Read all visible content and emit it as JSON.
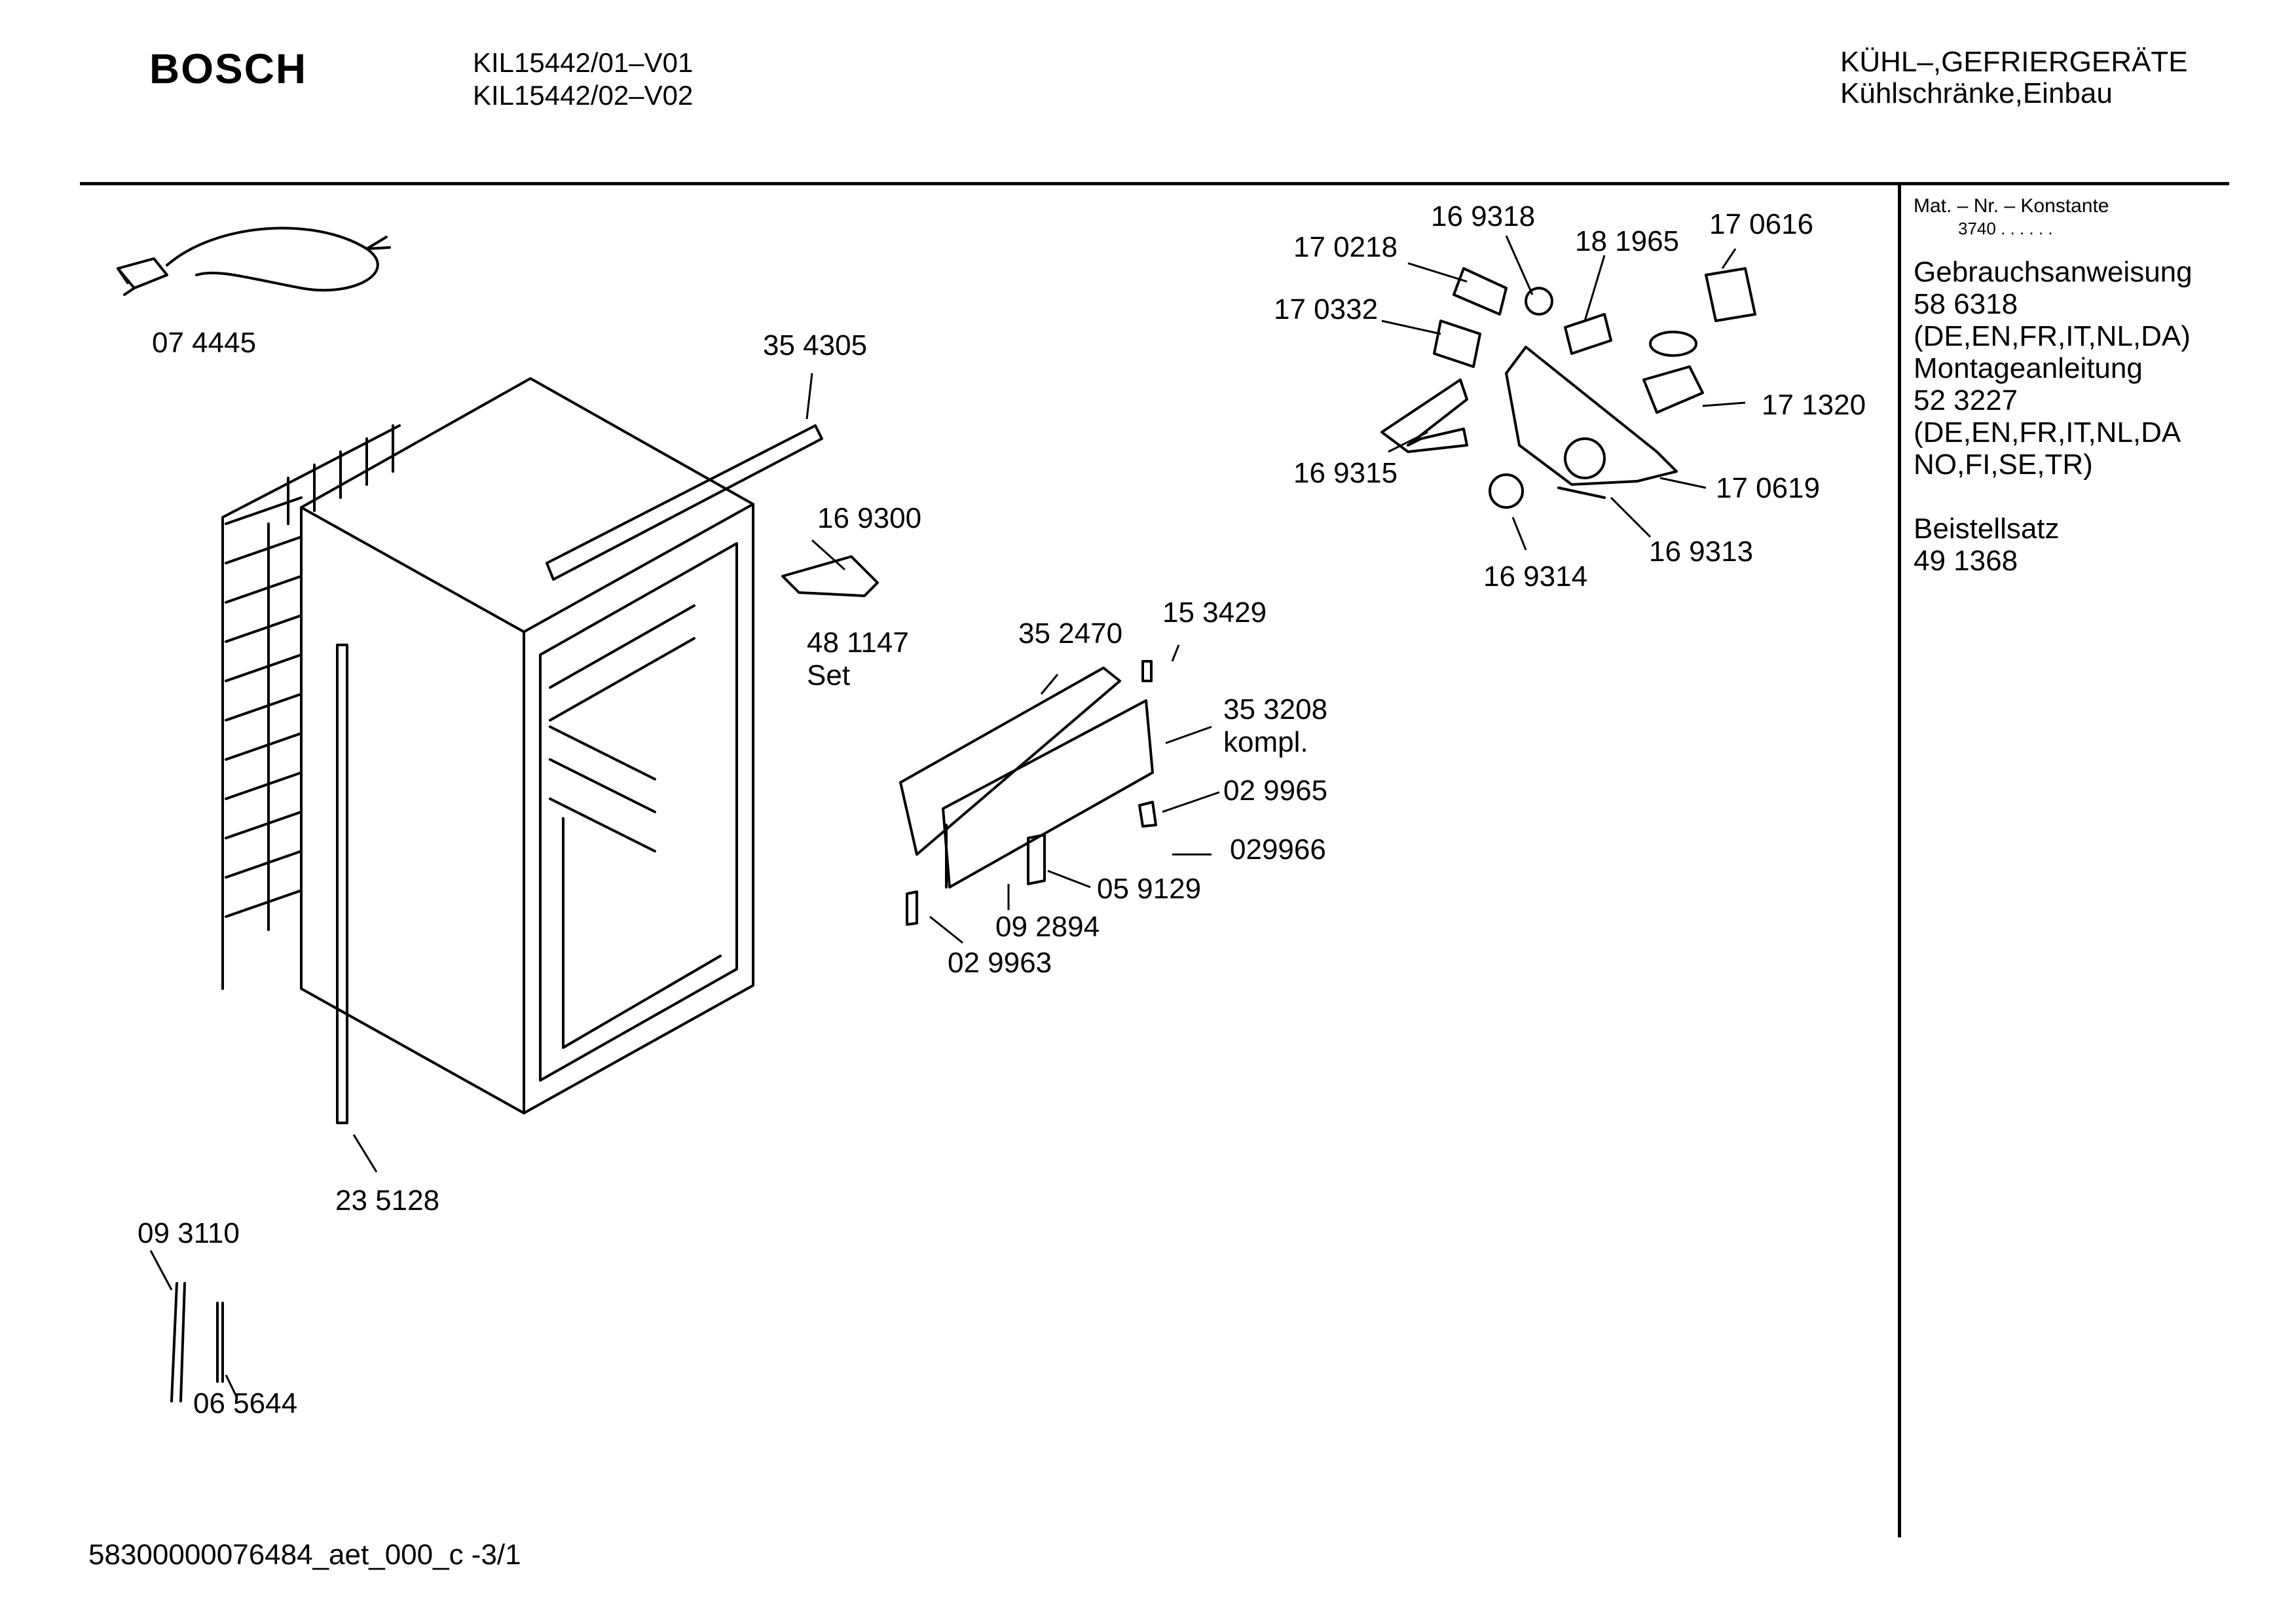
{
  "header": {
    "brand": "BOSCH",
    "models": [
      "KIL15442/01–V01",
      "KIL15442/02–V02"
    ],
    "category": "KÜHL–,GEFRIERGERÄTE",
    "subcategory": "Kühlschränke,Einbau"
  },
  "sidebar": {
    "mat_label": "Mat. – Nr. – Konstante",
    "mat_value": "3740  .  .  .  .  .  .",
    "lines": [
      "Gebrauchsanweisung",
      "58 6318",
      "(DE,EN,FR,IT,NL,DA)",
      "Montageanleitung",
      "52 3227",
      "(DE,EN,FR,IT,NL,DA",
      "NO,FI,SE,TR)",
      "",
      "Beistellsatz",
      "49 1368"
    ]
  },
  "callouts": [
    "07 4445",
    "35 4305",
    "16 9300",
    "48 1147",
    "Set",
    "23 5128",
    "09 3110",
    "06 5644",
    "35 2470",
    "15 3429",
    "35 3208",
    "kompl.",
    "02 9965",
    "029966",
    "05 9129",
    "09 2894",
    "02 9963",
    "16 9318",
    "17 0218",
    "18 1965",
    "17 0616",
    "17 0332",
    "17 1320",
    "16 9315",
    "17 0619",
    "16 9313",
    "16 9314"
  ],
  "footer": "58300000076484_aet_000_c   -3/1"
}
